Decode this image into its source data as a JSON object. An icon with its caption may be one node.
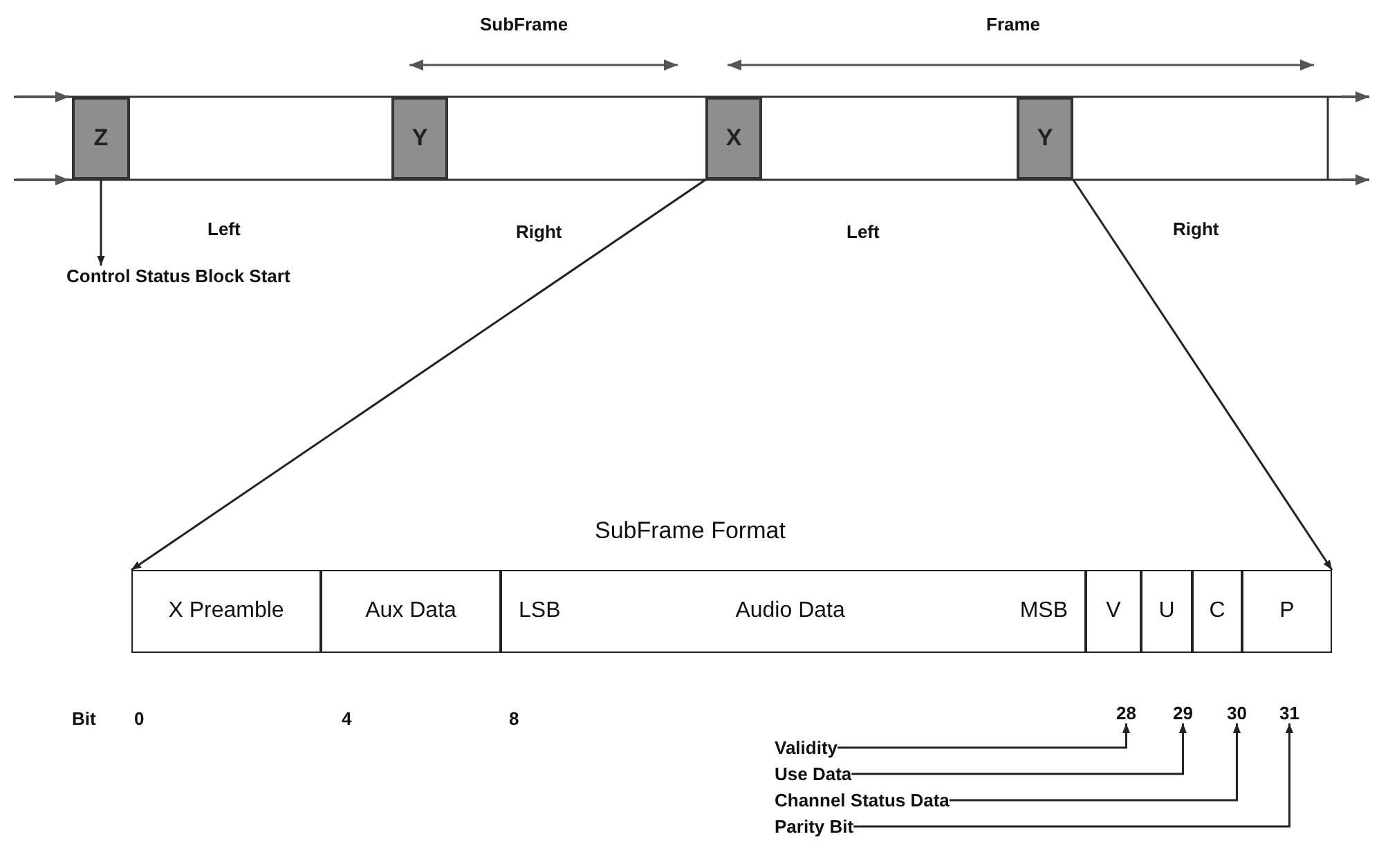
{
  "diagram": {
    "nodes": [
      {
        "text": [
          "Z"
        ]
      },
      {
        "text": [
          "Y"
        ]
      },
      {
        "text": [
          "X"
        ]
      },
      {
        "text": [
          "Y"
        ]
      },
      {
        "text": [
          "Control Status Block Start"
        ]
      },
      {
        "text": [
          "X Preamble"
        ]
      },
      {
        "text": [
          "Aux Data"
        ]
      },
      {
        "text": [
          "LSB",
          "Audio Data",
          "MSB"
        ]
      },
      {
        "text": [
          "V"
        ]
      },
      {
        "text": [
          "U"
        ]
      },
      {
        "text": [
          "C"
        ]
      },
      {
        "text": [
          "P"
        ]
      },
      {
        "text": [
          "28"
        ]
      },
      {
        "text": [
          "29"
        ]
      },
      {
        "text": [
          "30"
        ]
      },
      {
        "text": [
          "31"
        ]
      },
      {
        "text": [
          "Validity"
        ]
      },
      {
        "text": [
          "Use Data"
        ]
      },
      {
        "text": [
          "Channel Status Data"
        ]
      },
      {
        "text": [
          "Parity Bit"
        ]
      }
    ],
    "edges": [
      {
        "from": 0,
        "to": 4,
        "arrow": "to"
      },
      {
        "from": 2,
        "to": 5,
        "arrow": "to"
      },
      {
        "from": 3,
        "to": 11,
        "arrow": "to"
      },
      {
        "from": 16,
        "to": 12,
        "arrow": "to"
      },
      {
        "from": 17,
        "to": 13,
        "arrow": "to"
      },
      {
        "from": 18,
        "to": 14,
        "arrow": "to"
      },
      {
        "from": 19,
        "to": 15,
        "arrow": "to"
      }
    ],
    "labels": [
      "SubFrame",
      "Frame",
      "Left",
      "Right",
      "Left",
      "Right",
      "SubFrame Format",
      "Bit",
      "0",
      "4",
      "8"
    ]
  }
}
